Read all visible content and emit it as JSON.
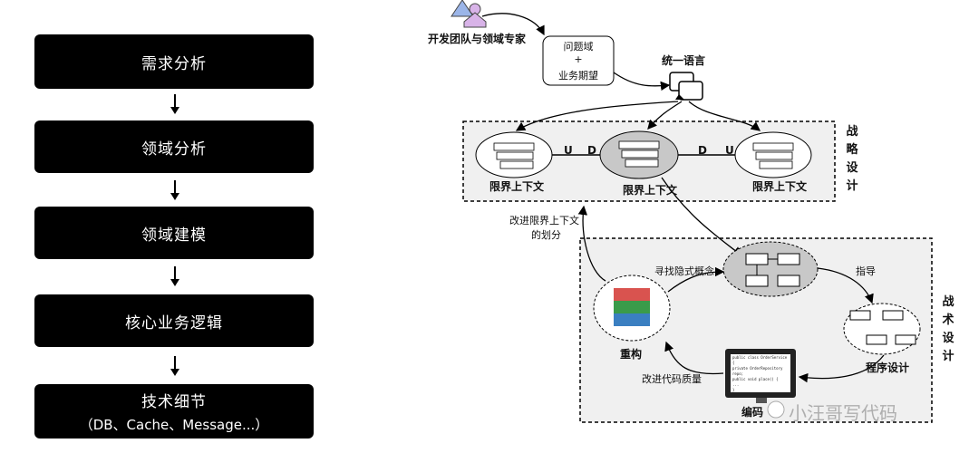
{
  "flow": {
    "steps": [
      {
        "label": "需求分析"
      },
      {
        "label": "领域分析"
      },
      {
        "label": "领域建模"
      },
      {
        "label": "核心业务逻辑"
      },
      {
        "label": "技术细节",
        "sub": "（DB、Cache、Message...）"
      }
    ]
  },
  "diagram": {
    "team": "开发团队与领域专家",
    "problem_box": {
      "line1": "问题域",
      "line2": "+",
      "line3": "业务期望"
    },
    "language": "统一语言",
    "contexts": {
      "left": "限界上下文",
      "center": "限界上下文",
      "right": "限界上下文"
    },
    "relation_marks": {
      "u1": "U",
      "d1": "D",
      "d2": "D",
      "u2": "U"
    },
    "strategic": "战略设计",
    "tactical": "战术设计",
    "improve_context": {
      "line1": "改进限界上下文",
      "line2": "的划分"
    },
    "find_concepts": "寻找隐式概念",
    "guide": "指导",
    "refactor": "重构",
    "program_design": "程序设计",
    "improve_code": "改进代码质量",
    "coding": "编码",
    "code_lines": [
      "public class OrderService {",
      "private OrderRepository repo;",
      "public void place() {",
      "...",
      "}"
    ],
    "watermark": "小汪哥写代码"
  },
  "colors": {
    "refactor_top": "#d9534f",
    "refactor_mid": "#3a9b4a",
    "refactor_bottom": "#3a7fc1",
    "team_icon": "#b9a7e0"
  }
}
